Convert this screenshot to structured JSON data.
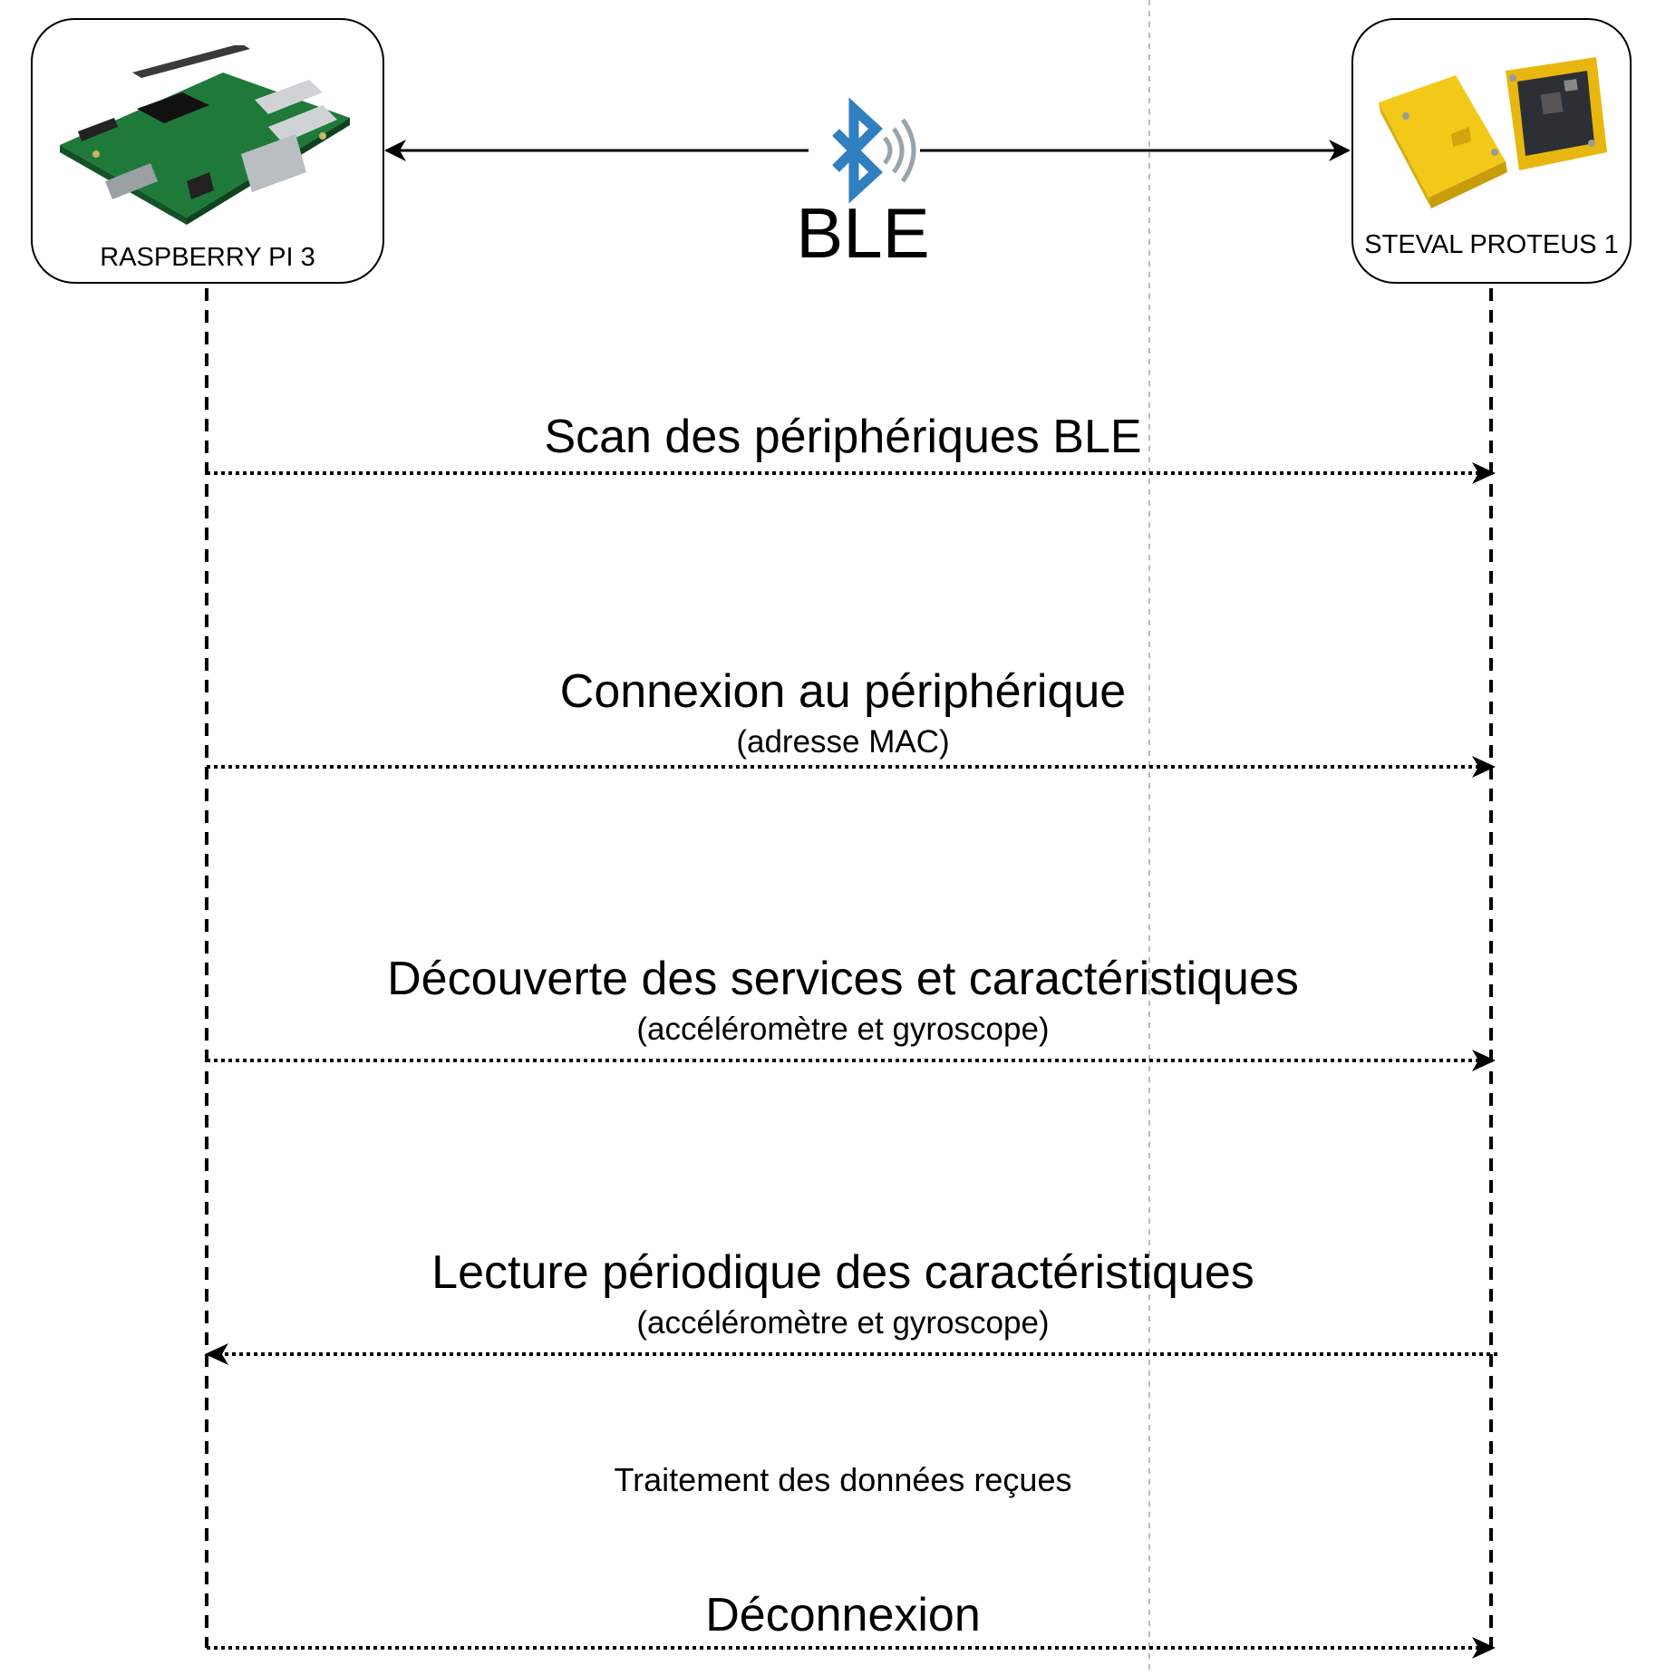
{
  "devices": {
    "left": {
      "label": "RASPBERRY PI 3",
      "icon": "raspberry-pi-board-icon"
    },
    "right": {
      "label": "STEVAL PROTEUS 1",
      "icon": "steval-proteus-device-icon"
    }
  },
  "link": {
    "label": "BLE",
    "icon": "bluetooth-signal-icon",
    "color": "#2f7fc1"
  },
  "messages": [
    {
      "title": "Scan des périphériques BLE",
      "subtitle": "",
      "direction": "to-right"
    },
    {
      "title": "Connexion au périphérique",
      "subtitle": "(adresse MAC)",
      "direction": "to-right"
    },
    {
      "title": "Découverte des services et caractéristiques",
      "subtitle": "(accéléromètre et gyroscope)",
      "direction": "to-right"
    },
    {
      "title": "Lecture périodique des caractéristiques",
      "subtitle": "(accéléromètre et gyroscope)",
      "direction": "to-left"
    },
    {
      "title": "Traitement des données reçues",
      "subtitle": "",
      "direction": "none"
    },
    {
      "title": "Déconnexion",
      "subtitle": "",
      "direction": "to-right"
    }
  ]
}
